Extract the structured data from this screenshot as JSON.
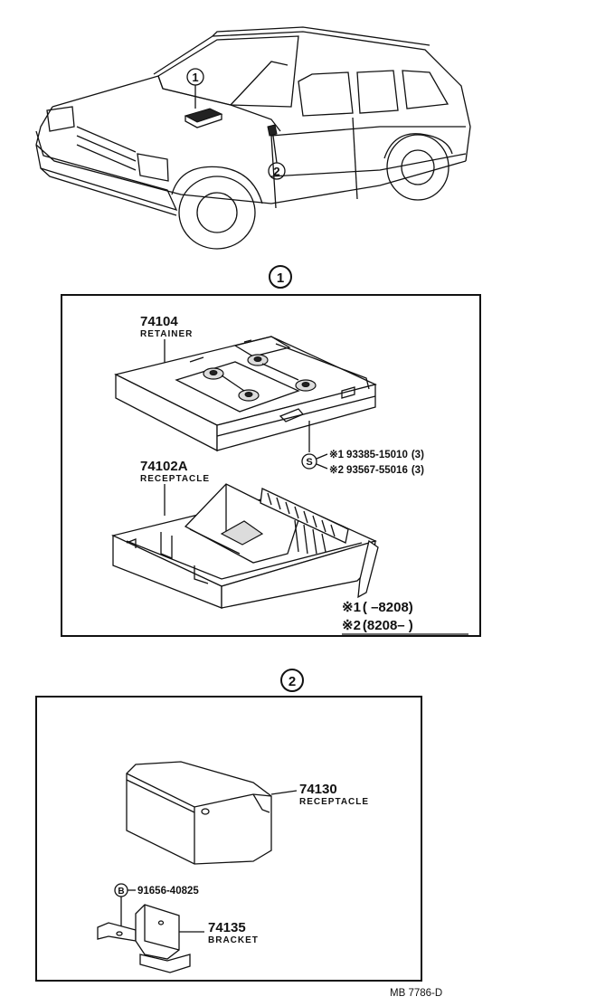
{
  "callouts": {
    "view1": "1",
    "view2": "2"
  },
  "view1": {
    "retainer": {
      "number": "74104",
      "name": "RETAINER"
    },
    "receptacle": {
      "number": "74102A",
      "name": "RECEPTACLE"
    },
    "screw_symbol": "S",
    "screw_parts": [
      {
        "mark": "※1",
        "part": "93385-15010",
        "qty": "(3)"
      },
      {
        "mark": "※2",
        "part": "93567-55016",
        "qty": "(3)"
      }
    ],
    "applicability": [
      {
        "mark": "※1",
        "range": "(        –8208)"
      },
      {
        "mark": "※2",
        "range": "(8208–        )"
      }
    ]
  },
  "view2": {
    "receptacle": {
      "number": "74130",
      "name": "RECEPTACLE"
    },
    "bolt_symbol": "B",
    "bolt_part": "91656-40825",
    "bracket": {
      "number": "74135",
      "name": "BRACKET"
    }
  },
  "footer": {
    "code": "MB  7786-D"
  }
}
